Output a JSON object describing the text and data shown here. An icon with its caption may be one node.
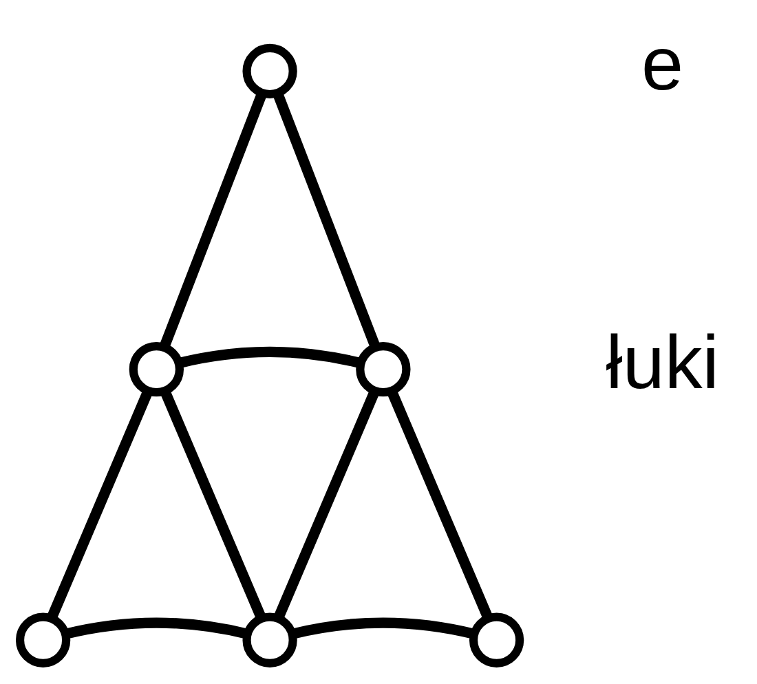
{
  "diagram": {
    "nodes": [
      {
        "text": [],
        "shape": "circle"
      },
      {
        "text": [],
        "shape": "circle"
      },
      {
        "text": [],
        "shape": "circle"
      },
      {
        "text": [],
        "shape": "circle"
      },
      {
        "text": [],
        "shape": "circle"
      },
      {
        "text": [],
        "shape": "circle"
      }
    ],
    "edges": [
      {
        "from": 0,
        "to": 1,
        "arrow": "none"
      },
      {
        "from": 0,
        "to": 2,
        "arrow": "none"
      },
      {
        "from": 1,
        "to": 2,
        "arrow": "none"
      },
      {
        "from": 1,
        "to": 3,
        "arrow": "none"
      },
      {
        "from": 1,
        "to": 4,
        "arrow": "none"
      },
      {
        "from": 2,
        "to": 4,
        "arrow": "none"
      },
      {
        "from": 2,
        "to": 5,
        "arrow": "none"
      },
      {
        "from": 3,
        "to": 4,
        "arrow": "none"
      },
      {
        "from": 4,
        "to": 5,
        "arrow": "none"
      }
    ],
    "labels": [
      "e",
      "łuki"
    ]
  }
}
